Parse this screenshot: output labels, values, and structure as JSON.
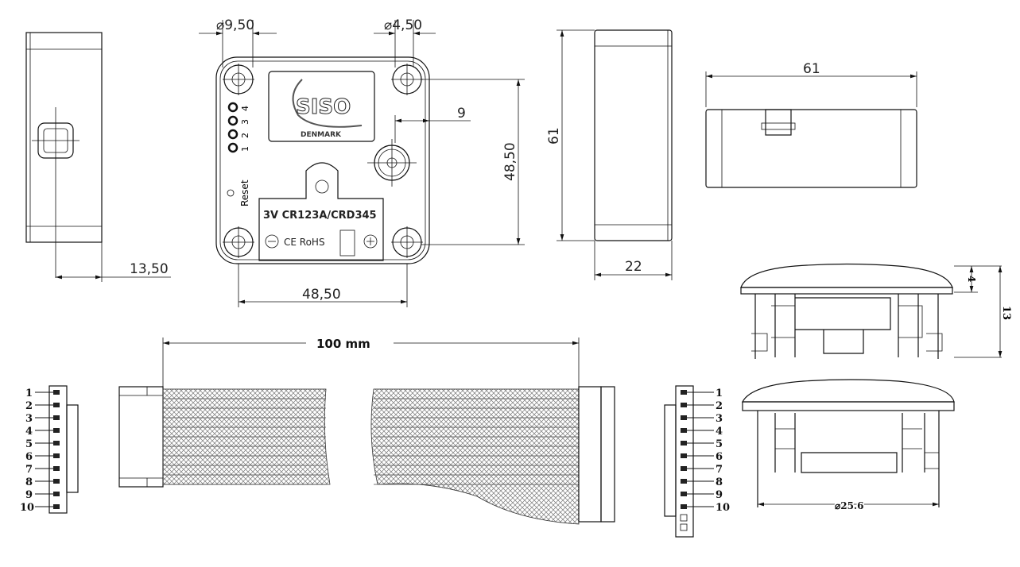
{
  "dimensions": {
    "hole_large": "⌀9,50",
    "hole_small": "⌀4,50",
    "knob_offset": "9",
    "hole_spacing_vertical": "48,50",
    "hole_spacing_horizontal": "48,50",
    "side_depth": "13,50",
    "height": "61",
    "width_side": "22",
    "width_top": "61",
    "cable_length": "100 mm",
    "cap_top": "4",
    "cap_height": "13",
    "cap_diameter": "⌀25.6"
  },
  "device_labels": {
    "logo": "SISO",
    "logo_sub": "DENMARK",
    "leds": [
      "1",
      "2",
      "3",
      "4"
    ],
    "reset": "Reset",
    "battery": "3V CR123A/CRD345",
    "certification": "CE RoHS"
  },
  "connector_left_pins": [
    "1",
    "2",
    "3",
    "4",
    "5",
    "6",
    "7",
    "8",
    "9",
    "10"
  ],
  "connector_right_pins": [
    "1",
    "2",
    "3",
    "4",
    "5",
    "6",
    "7",
    "8",
    "9",
    "10"
  ]
}
